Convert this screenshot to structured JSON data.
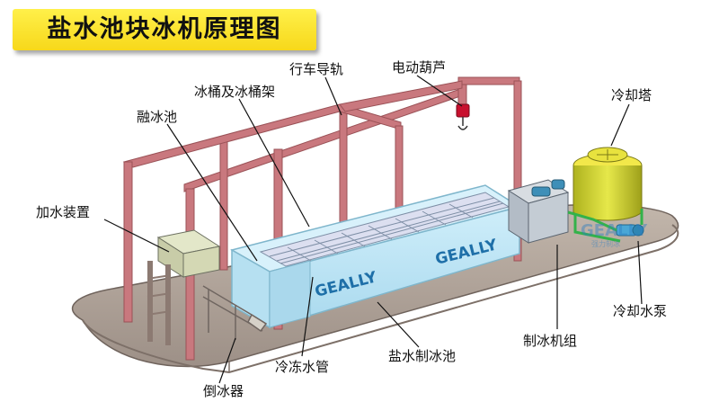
{
  "title": "盐水池块冰机原理图",
  "brand": {
    "name": "GEALLY",
    "sub": "强力制冰"
  },
  "labels": {
    "rail": "行车导轨",
    "hoist": "电动葫芦",
    "bucket": "冰桶及冰桶架",
    "melt_pool": "融冰池",
    "cooling_tower": "冷却塔",
    "water_adder": "加水装置",
    "cooling_pump": "冷却水泵",
    "ice_unit": "制冰机组",
    "brine_pool": "盐水制冰池",
    "evap_tube": "冷冻水管",
    "ice_dumper": "倒冰器"
  },
  "colors": {
    "frame": "#c9787e",
    "frame_dark": "#9a5257",
    "pool": "#bfe4f4",
    "base": "#b4a79d",
    "tower_top": "#f2e84a",
    "tower_body": "#c8ce2e",
    "title_bg": "#f9e03a",
    "pipe": "#33b24a"
  }
}
